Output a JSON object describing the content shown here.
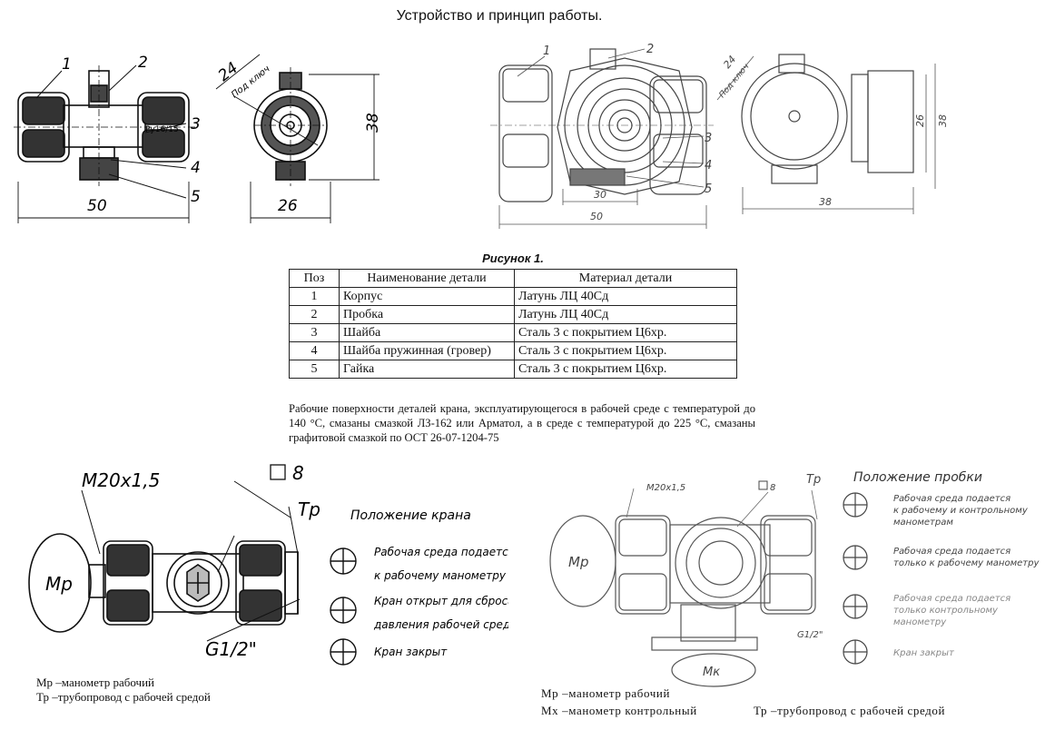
{
  "header": {
    "title": "Устройство и принцип работы."
  },
  "figure": {
    "caption": "Рисунок 1.",
    "left_callouts": [
      "1",
      "2",
      "3",
      "4",
      "5"
    ],
    "left_dims": {
      "width": "50",
      "side": "26",
      "height": "38",
      "key": "24",
      "key_label": "Под ключ",
      "marking": "Ру16/15"
    },
    "right_callouts": [
      "1",
      "2",
      "3",
      "4",
      "5"
    ],
    "right_dims": {
      "inner": "30",
      "width": "50",
      "side": "38",
      "height_inner": "26",
      "height": "38",
      "key": "24",
      "key_label": "Под ключ"
    }
  },
  "parts_table": {
    "headers": [
      "Поз",
      "Наименование детали",
      "Материал детали"
    ],
    "rows": [
      {
        "pos": "1",
        "name": "Корпус",
        "material": "Латунь ЛЦ 40Сд"
      },
      {
        "pos": "2",
        "name": "Пробка",
        "material": "Латунь ЛЦ 40Сд"
      },
      {
        "pos": "3",
        "name": "Шайба",
        "material": "Сталь 3 с покрытием Ц6хр."
      },
      {
        "pos": "4",
        "name": "Шайба пружинная (гровер)",
        "material": "Сталь 3 с покрытием Ц6хр."
      },
      {
        "pos": "5",
        "name": "Гайка",
        "material": "Сталь 3 с покрытием Ц6хр."
      }
    ]
  },
  "note": "Рабочие поверхности деталей крана, эксплуатирующегося в рабочей среде с температурой до 140 °С, смазаны смазкой ЛЗ-162 или Арматол, а в среде с температурой до 225 °С, смазаны графитовой смазкой по ОСТ 26-07-1204-75",
  "left_scheme": {
    "thread": "M20x1,5",
    "square": "8",
    "pipe": "Тр",
    "gauge": "Мр",
    "thread_pipe": "G1/2\"",
    "positions_title": "Положение крана",
    "positions": [
      {
        "text1": "Рабочая среда подается",
        "text2": "к рабочему манометру"
      },
      {
        "text1": "Кран открыт для сброса",
        "text2": "давления рабочей среды"
      },
      {
        "text1": "Кран закрыт",
        "text2": ""
      }
    ],
    "legend": [
      "Мр –манометр рабочий",
      "Тр –трубопровод с рабочей средой"
    ]
  },
  "right_scheme": {
    "thread": "M20x1,5",
    "square": "8",
    "pipe": "Тр",
    "gauge": "Мр",
    "control_gauge": "Мк",
    "thread_pipe": "G1/2\"",
    "positions_title": "Положение пробки",
    "positions": [
      {
        "lines": [
          "Рабочая среда подается",
          "к рабочему и контрольному",
          "манометрам"
        ]
      },
      {
        "lines": [
          "Рабочая среда подается",
          "только к рабочему манометру"
        ]
      },
      {
        "lines": [
          "Рабочая среда подается",
          "только контрольному",
          "манометру"
        ]
      },
      {
        "lines": [
          "Кран закрыт"
        ]
      }
    ],
    "legend1": "Мр –манометр рабочий",
    "legend2": "Мх –манометр контрольный",
    "legend3": "Тр –трубопровод с рабочей средой"
  }
}
